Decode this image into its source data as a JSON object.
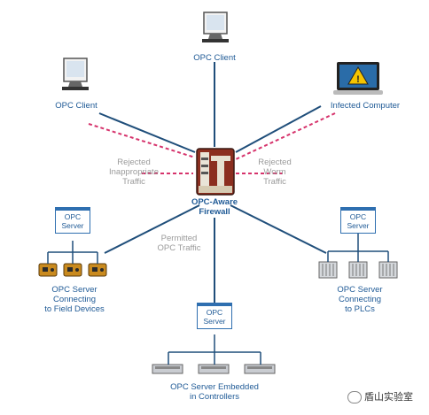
{
  "nodes": {
    "opc_client_top": "OPC Client",
    "opc_client_left": "OPC Client",
    "infected_computer": "Infected Computer",
    "firewall": "OPC-Aware\nFirewall",
    "rejected_inappropriate": "Rejected\nInappropriate\nTraffic",
    "rejected_worm": "Rejected\nWorm\nTraffic",
    "permitted": "Permitted\nOPC Traffic",
    "server_left_box": "OPC\nServer",
    "server_right_box": "OPC\nServer",
    "server_bottom_box": "OPC\nServer",
    "field_devices": "OPC Server\nConnecting\nto Field Devices",
    "plcs": "OPC Server\nConnecting\nto PLCs",
    "embedded": "OPC Server Embedded\nin Controllers"
  },
  "watermark": "盾山实验室",
  "colors": {
    "link": "#1f4e7a",
    "rejected": "#d6336c",
    "label_blue": "#1f5a96",
    "label_gray": "#9a9a9a"
  }
}
